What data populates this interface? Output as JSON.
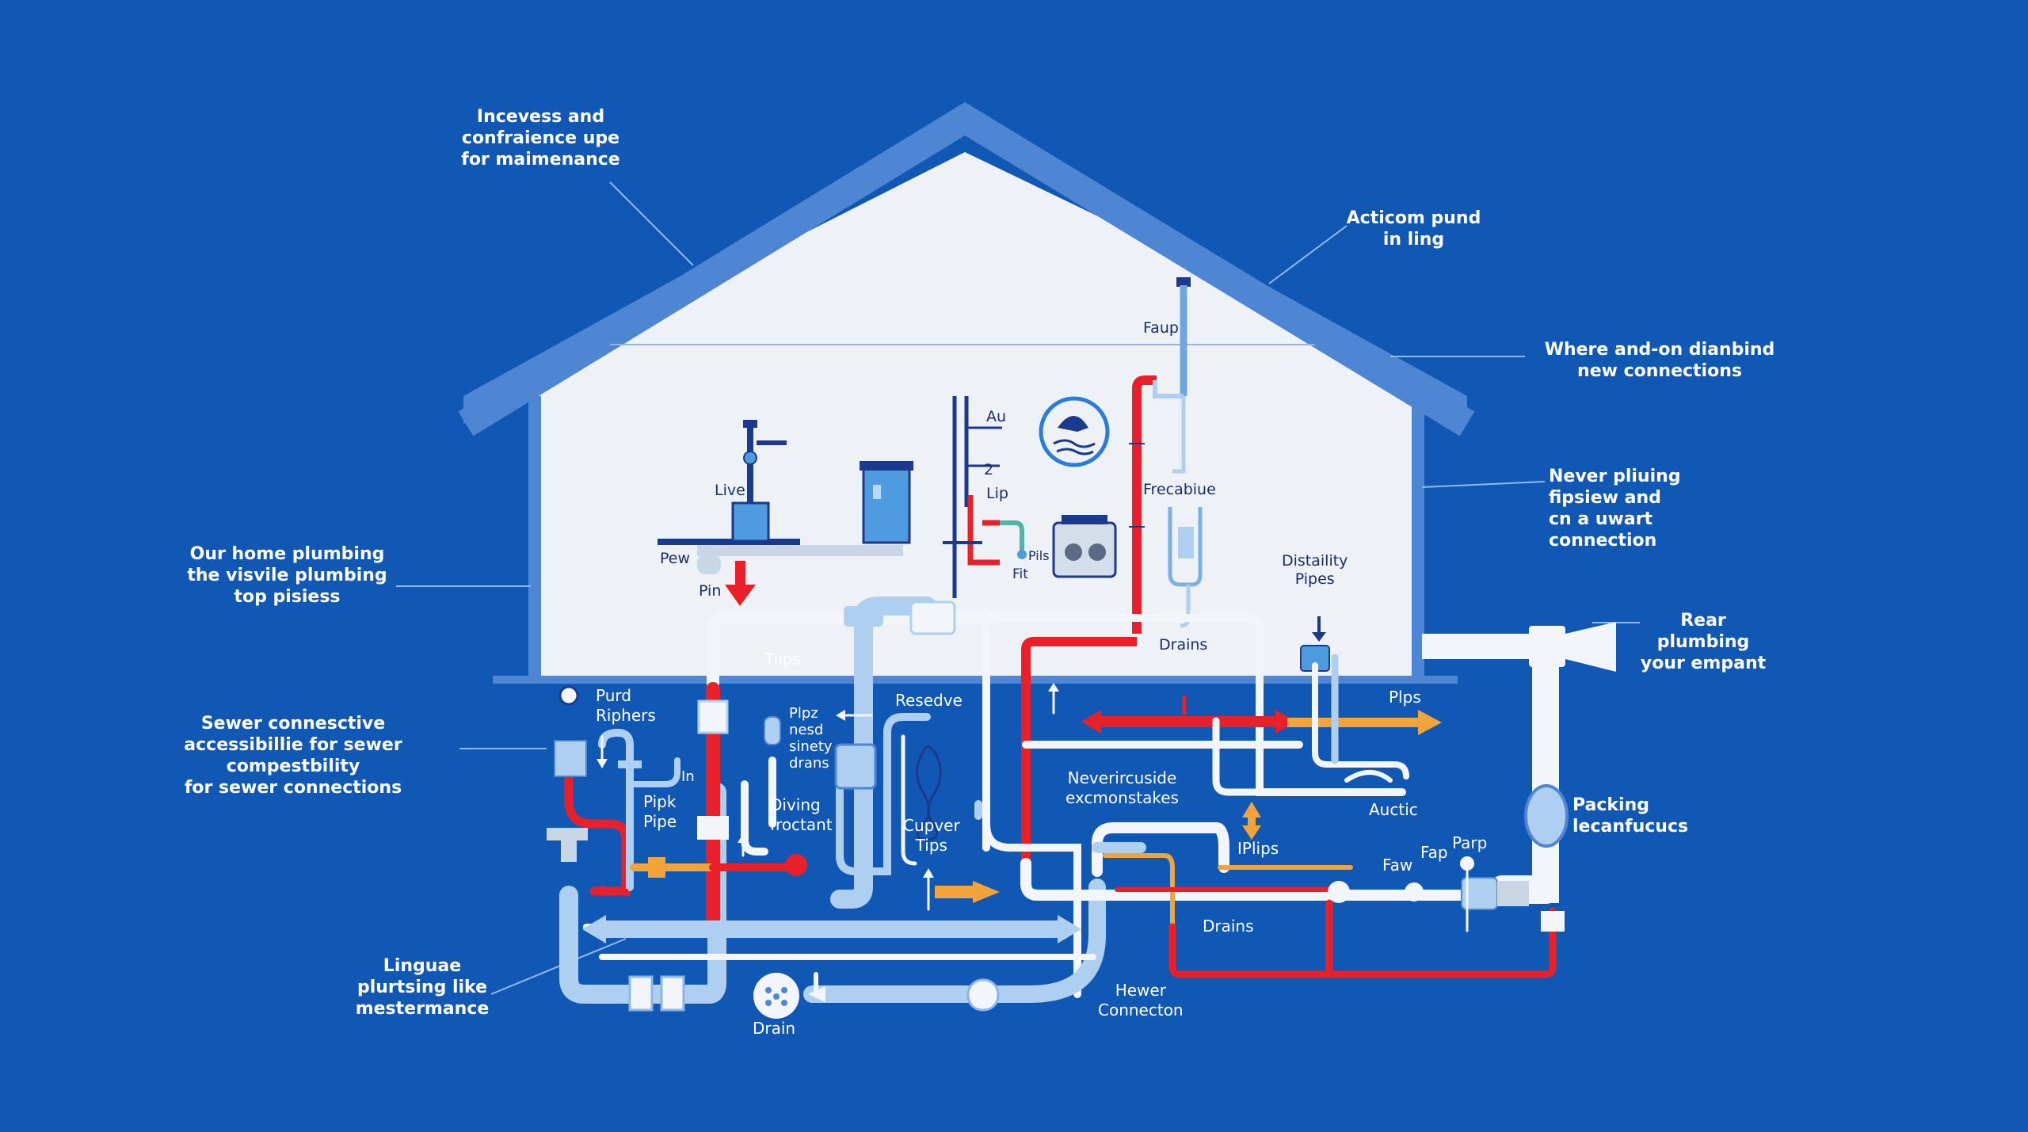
{
  "colors": {
    "background": "#1158B5",
    "house_wall": "#EEF1F5",
    "roof": "#4E86D3",
    "pipe_white": "#F2F6FB",
    "pipe_light": "#AFCFF1",
    "pipe_red": "#E8202A",
    "pipe_orange": "#F2A43A",
    "pipe_navy": "#1B3A8C"
  },
  "callouts": [
    {
      "id": "top-left",
      "text": "Incevess and\nconfraience upe\nfor maimenance"
    },
    {
      "id": "top-right",
      "text": "Acticom pund\nin ling"
    },
    {
      "id": "right-1",
      "text": "Where and-on dianbind\nnew connections"
    },
    {
      "id": "right-2",
      "text": "Never pliuing\nfipsiew and\ncn a uwart\nconnection"
    },
    {
      "id": "left-1",
      "text": "Our home plumbing\nthe visvile plumbing\ntop pisiess"
    },
    {
      "id": "right-3",
      "text": "Rear plumbing\nyour empant"
    },
    {
      "id": "left-2",
      "text": "Sewer connesctive\naccessibillie for sewer compestbility\nfor sewer connections"
    },
    {
      "id": "right-4",
      "text": "Packing\nlecanfucucs"
    },
    {
      "id": "left-3",
      "text": "Linguae\nplurtsing like\nmestermance"
    }
  ],
  "interior_labels": [
    {
      "id": "live",
      "text": "Live"
    },
    {
      "id": "pew",
      "text": "Pew"
    },
    {
      "id": "pin",
      "text": "Pin"
    },
    {
      "id": "au",
      "text": "Au"
    },
    {
      "id": "two",
      "text": "2"
    },
    {
      "id": "lip",
      "text": "Lip"
    },
    {
      "id": "pils",
      "text": "Pils"
    },
    {
      "id": "fit",
      "text": "Fit"
    },
    {
      "id": "faup",
      "text": "Faup"
    },
    {
      "id": "frecabiue",
      "text": "Frecabiue"
    },
    {
      "id": "distaility",
      "text": "Distaility\nPipes"
    },
    {
      "id": "drains-inside",
      "text": "Drains"
    }
  ],
  "pipe_labels": [
    {
      "id": "tiips",
      "text": "Tiips"
    },
    {
      "id": "purd",
      "text": "Purd\nRiphers"
    },
    {
      "id": "resedve",
      "text": "Resedve"
    },
    {
      "id": "plps-top",
      "text": "Plps"
    },
    {
      "id": "plpz",
      "text": "Plpz\nnesd\nsinety\ndrans"
    },
    {
      "id": "in",
      "text": "In"
    },
    {
      "id": "pipk",
      "text": "Pipk\nPipe"
    },
    {
      "id": "diving",
      "text": "Diving\nfroctant"
    },
    {
      "id": "cupver",
      "text": "Cupver\nTips"
    },
    {
      "id": "neverir",
      "text": "Neverircuside\nexcmonstakes"
    },
    {
      "id": "auctic",
      "text": "Auctic"
    },
    {
      "id": "iplips",
      "text": "IPlips"
    },
    {
      "id": "faw",
      "text": "Faw"
    },
    {
      "id": "fap",
      "text": "Fap"
    },
    {
      "id": "parp",
      "text": "Parp"
    },
    {
      "id": "drains-bottom",
      "text": "Drains"
    },
    {
      "id": "hewer",
      "text": "Hewer\nConnecton"
    },
    {
      "id": "drain",
      "text": "Drain"
    }
  ]
}
